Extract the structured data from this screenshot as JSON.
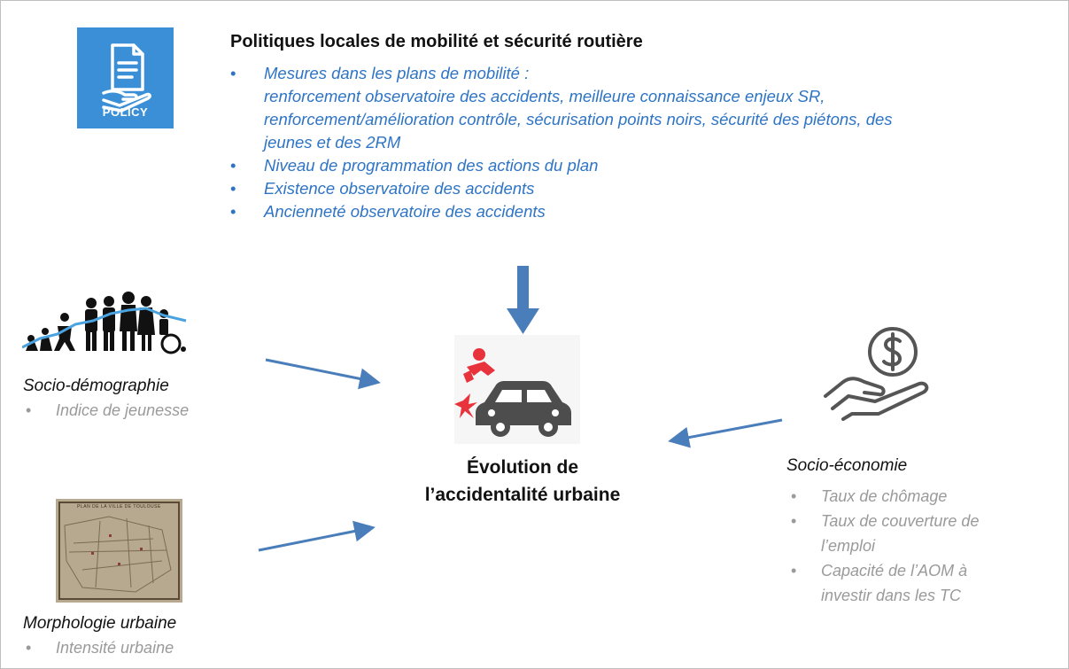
{
  "policy": {
    "icon_label": "POLICY",
    "title": "Politiques locales de mobilité et sécurité routière",
    "items": [
      {
        "lines": [
          "Mesures dans les plans de mobilité :",
          "renforcement observatoire des accidents, meilleure connaissance enjeux SR,",
          "renforcement/amélioration contrôle, sécurisation points noirs, sécurité des piétons, des",
          "jeunes et des 2RM"
        ]
      },
      {
        "lines": [
          "Niveau de programmation des actions du plan"
        ]
      },
      {
        "lines": [
          "Existence observatoire des accidents"
        ]
      },
      {
        "lines": [
          "Ancienneté observatoire des accidents"
        ]
      }
    ]
  },
  "socio_demo": {
    "title": "Socio-démographie",
    "items": [
      "Indice de jeunesse"
    ]
  },
  "morpho": {
    "title": "Morphologie urbaine",
    "items": [
      "Intensité urbaine"
    ],
    "map_title": "PLAN DE LA VILLE DE TOULOUSE"
  },
  "socio_eco": {
    "title": "Socio-économie",
    "items": [
      {
        "lines": [
          "Taux de chômage"
        ]
      },
      {
        "lines": [
          "Taux de couverture de",
          "l’emploi"
        ]
      },
      {
        "lines": [
          "Capacité de l’AOM à",
          "investir dans les TC"
        ]
      }
    ]
  },
  "center": {
    "line1": "Évolution de",
    "line2": "l’accidentalité urbaine"
  },
  "colors": {
    "policy_blue": "#3a8fd6",
    "text_blue": "#2e74c5",
    "arrow_blue": "#4a7ebb",
    "gray_text": "#9a9a9a",
    "accident_red": "#e8323c",
    "car_gray": "#4d4d4d"
  },
  "icons": {
    "policy": "policy-document-hand-icon",
    "demographics": "people-silhouettes-icon",
    "map": "city-map-icon",
    "accident": "car-pedestrian-accident-icon",
    "money": "dollar-hand-icon"
  }
}
